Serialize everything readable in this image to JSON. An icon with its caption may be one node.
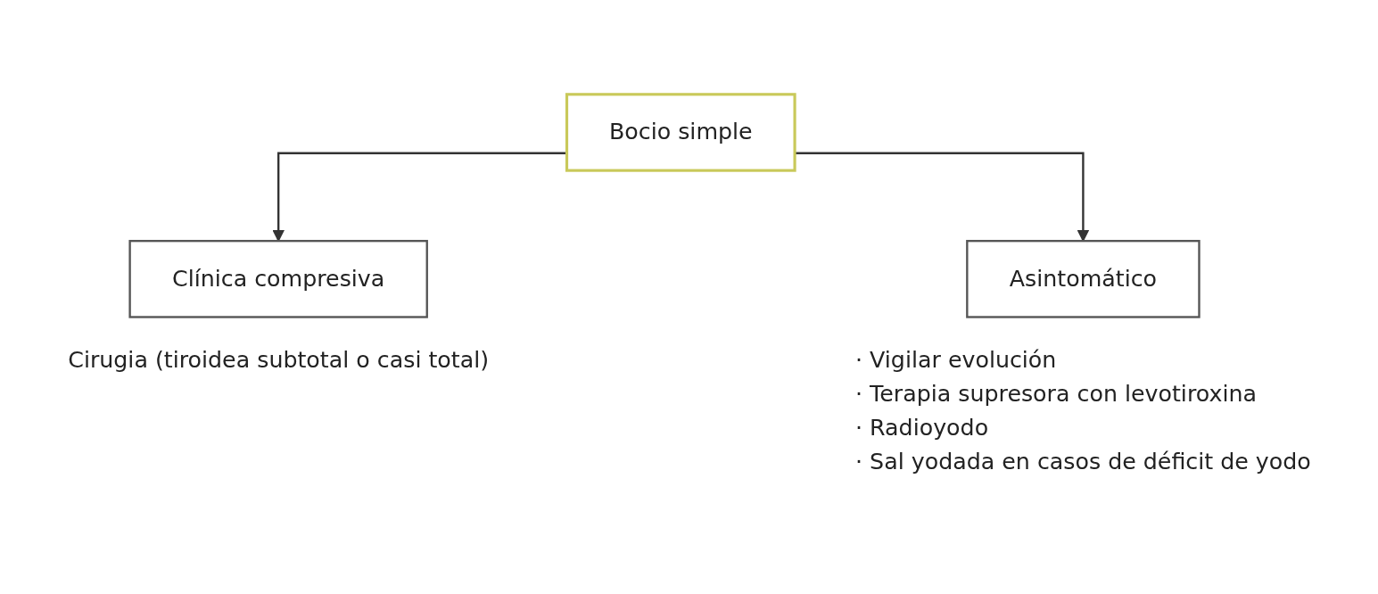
{
  "diagram": {
    "nodes": [
      {
        "text": [
          "Bocio simple"
        ]
      },
      {
        "text": [
          "Clínica compresiva"
        ],
        "beside": [
          "Cirugia (tiroidea subtotal o casi total)"
        ]
      },
      {
        "text": [
          "Asintomático"
        ],
        "beside": [
          "· Vigilar evolución",
          "· Terapia supresora con levotiroxina",
          "· Radioyodo",
          "· Sal yodada en casos de déficit de yodo"
        ]
      }
    ],
    "edges": [
      {
        "from": 0,
        "to": 1,
        "arrow": "to"
      },
      {
        "from": 0,
        "to": 2,
        "arrow": "to"
      }
    ]
  }
}
